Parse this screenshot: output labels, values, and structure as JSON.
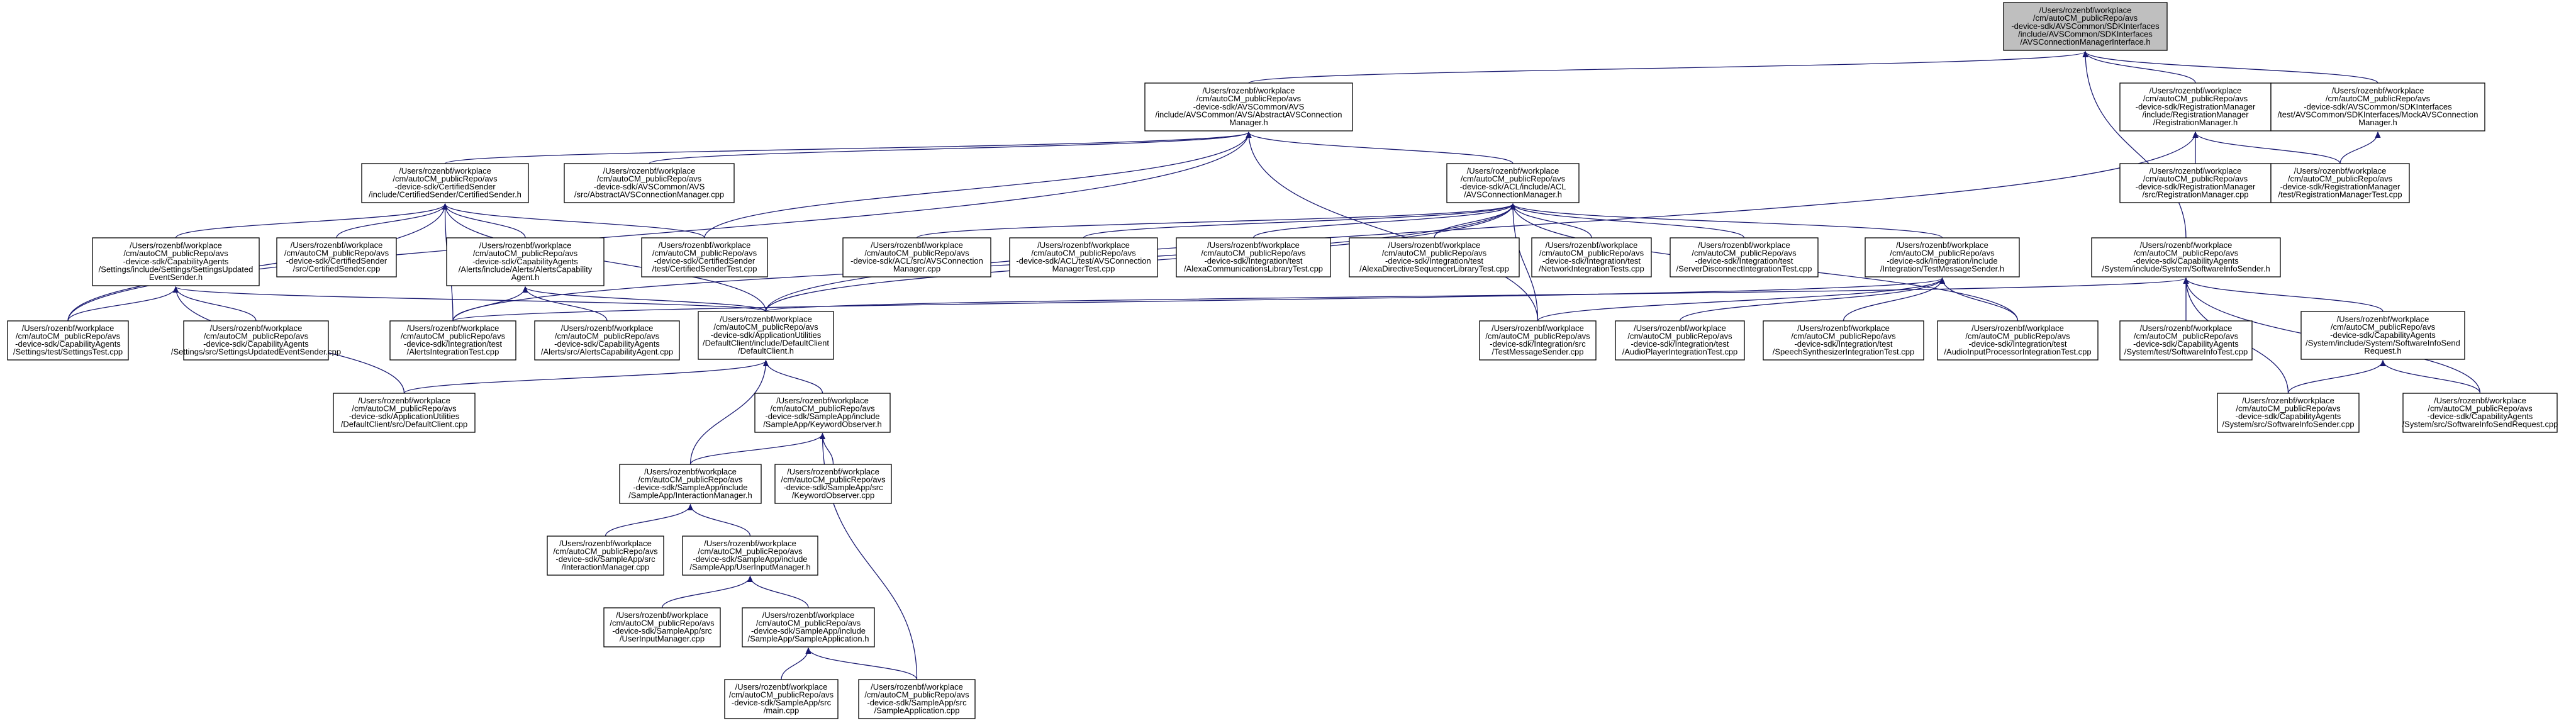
{
  "edge_color": "#191970",
  "root_fill": "#bfbfbf",
  "nodes": [
    {
      "id": "root",
      "root": true,
      "lines": [
        "/Users/rozenbf/workplace",
        "/cm/autoCM_publicRepo/avs",
        "-device-sdk/AVSCommon/SDKInterfaces",
        "/include/AVSCommon/SDKInterfaces",
        "/AVSConnectionManagerInterface.h"
      ]
    },
    {
      "id": "abs_h",
      "lines": [
        "/Users/rozenbf/workplace",
        "/cm/autoCM_publicRepo/avs",
        "-device-sdk/AVSCommon/AVS",
        "/include/AVSCommon/AVS/AbstractAVSConnection",
        "Manager.h"
      ]
    },
    {
      "id": "reg_h",
      "lines": [
        "/Users/rozenbf/workplace",
        "/cm/autoCM_publicRepo/avs",
        "-device-sdk/RegistrationManager",
        "/include/RegistrationManager",
        "/RegistrationManager.h"
      ]
    },
    {
      "id": "mock_h",
      "lines": [
        "/Users/rozenbf/workplace",
        "/cm/autoCM_publicRepo/avs",
        "-device-sdk/AVSCommon/SDKInterfaces",
        "/test/AVSCommon/SDKInterfaces/MockAVSConnection",
        "Manager.h"
      ]
    },
    {
      "id": "cert_h",
      "lines": [
        "/Users/rozenbf/workplace",
        "/cm/autoCM_publicRepo/avs",
        "-device-sdk/CertifiedSender",
        "/include/CertifiedSender/CertifiedSender.h"
      ]
    },
    {
      "id": "abs_cpp",
      "lines": [
        "/Users/rozenbf/workplace",
        "/cm/autoCM_publicRepo/avs",
        "-device-sdk/AVSCommon/AVS",
        "/src/AbstractAVSConnectionManager.cpp"
      ]
    },
    {
      "id": "acl_h",
      "lines": [
        "/Users/rozenbf/workplace",
        "/cm/autoCM_publicRepo/avs",
        "-device-sdk/ACL/include/ACL",
        "/AVSConnectionManager.h"
      ]
    },
    {
      "id": "reg_cpp",
      "lines": [
        "/Users/rozenbf/workplace",
        "/cm/autoCM_publicRepo/avs",
        "-device-sdk/RegistrationManager",
        "/src/RegistrationManager.cpp"
      ]
    },
    {
      "id": "regtest",
      "lines": [
        "/Users/rozenbf/workplace",
        "/cm/autoCM_publicRepo/avs",
        "-device-sdk/RegistrationManager",
        "/test/RegistrationManagerTest.cpp"
      ]
    },
    {
      "id": "settings_h",
      "lines": [
        "/Users/rozenbf/workplace",
        "/cm/autoCM_publicRepo/avs",
        "-device-sdk/CapabilityAgents",
        "/Settings/include/Settings/SettingsUpdated",
        "EventSender.h"
      ]
    },
    {
      "id": "cert_cpp",
      "lines": [
        "/Users/rozenbf/workplace",
        "/cm/autoCM_publicRepo/avs",
        "-device-sdk/CertifiedSender",
        "/src/CertifiedSender.cpp"
      ]
    },
    {
      "id": "alerts_h",
      "lines": [
        "/Users/rozenbf/workplace",
        "/cm/autoCM_publicRepo/avs",
        "-device-sdk/CapabilityAgents",
        "/Alerts/include/Alerts/AlertsCapability",
        "Agent.h"
      ]
    },
    {
      "id": "certtest",
      "lines": [
        "/Users/rozenbf/workplace",
        "/cm/autoCM_publicRepo/avs",
        "-device-sdk/CertifiedSender",
        "/test/CertifiedSenderTest.cpp"
      ]
    },
    {
      "id": "acl_cpp",
      "lines": [
        "/Users/rozenbf/workplace",
        "/cm/autoCM_publicRepo/avs",
        "-device-sdk/ACL/src/AVSConnection",
        "Manager.cpp"
      ]
    },
    {
      "id": "acl_test",
      "lines": [
        "/Users/rozenbf/workplace",
        "/cm/autoCM_publicRepo/avs",
        "-device-sdk/ACL/test/AVSConnection",
        "ManagerTest.cpp"
      ]
    },
    {
      "id": "alexacomm",
      "lines": [
        "/Users/rozenbf/workplace",
        "/cm/autoCM_publicRepo/avs",
        "-device-sdk/Integration/test",
        "/AlexaCommunicationsLibraryTest.cpp"
      ]
    },
    {
      "id": "alexadir",
      "lines": [
        "/Users/rozenbf/workplace",
        "/cm/autoCM_publicRepo/avs",
        "-device-sdk/Integration/test",
        "/AlexaDirectiveSequencerLibraryTest.cpp"
      ]
    },
    {
      "id": "netint",
      "lines": [
        "/Users/rozenbf/workplace",
        "/cm/autoCM_publicRepo/avs",
        "-device-sdk/Integration/test",
        "/NetworkIntegrationTests.cpp"
      ]
    },
    {
      "id": "serverdisc",
      "lines": [
        "/Users/rozenbf/workplace",
        "/cm/autoCM_publicRepo/avs",
        "-device-sdk/Integration/test",
        "/ServerDisconnectIntegrationTest.cpp"
      ]
    },
    {
      "id": "testmsg_h",
      "lines": [
        "/Users/rozenbf/workplace",
        "/cm/autoCM_publicRepo/avs",
        "-device-sdk/Integration/include",
        "/Integration/TestMessageSender.h"
      ]
    },
    {
      "id": "swinfo_h",
      "lines": [
        "/Users/rozenbf/workplace",
        "/cm/autoCM_publicRepo/avs",
        "-device-sdk/CapabilityAgents",
        "/System/include/System/SoftwareInfoSender.h"
      ]
    },
    {
      "id": "settingstest",
      "lines": [
        "/Users/rozenbf/workplace",
        "/cm/autoCM_publicRepo/avs",
        "-device-sdk/CapabilityAgents",
        "/Settings/test/SettingsTest.cpp"
      ]
    },
    {
      "id": "settings_cpp",
      "lines": [
        "/Users/rozenbf/workplace",
        "/cm/autoCM_publicRepo/avs",
        "-device-sdk/CapabilityAgents",
        "/Settings/src/SettingsUpdatedEventSender.cpp"
      ]
    },
    {
      "id": "alertsinttest",
      "lines": [
        "/Users/rozenbf/workplace",
        "/cm/autoCM_publicRepo/avs",
        "-device-sdk/Integration/test",
        "/AlertsIntegrationTest.cpp"
      ]
    },
    {
      "id": "alerts_cpp",
      "lines": [
        "/Users/rozenbf/workplace",
        "/cm/autoCM_publicRepo/avs",
        "-device-sdk/CapabilityAgents",
        "/Alerts/src/AlertsCapabilityAgent.cpp"
      ]
    },
    {
      "id": "defclient_h",
      "lines": [
        "/Users/rozenbf/workplace",
        "/cm/autoCM_publicRepo/avs",
        "-device-sdk/ApplicationUtilities",
        "/DefaultClient/include/DefaultClient",
        "/DefaultClient.h"
      ]
    },
    {
      "id": "testmsg_cpp",
      "lines": [
        "/Users/rozenbf/workplace",
        "/cm/autoCM_publicRepo/avs",
        "-device-sdk/Integration/src",
        "/TestMessageSender.cpp"
      ]
    },
    {
      "id": "audioplayer",
      "lines": [
        "/Users/rozenbf/workplace",
        "/cm/autoCM_publicRepo/avs",
        "-device-sdk/Integration/test",
        "/AudioPlayerIntegrationTest.cpp"
      ]
    },
    {
      "id": "speech",
      "lines": [
        "/Users/rozenbf/workplace",
        "/cm/autoCM_publicRepo/avs",
        "-device-sdk/Integration/test",
        "/SpeechSynthesizerIntegrationTest.cpp"
      ]
    },
    {
      "id": "audioinput",
      "lines": [
        "/Users/rozenbf/workplace",
        "/cm/autoCM_publicRepo/avs",
        "-device-sdk/Integration/test",
        "/AudioInputProcessorIntegrationTest.cpp"
      ]
    },
    {
      "id": "swinfotest",
      "lines": [
        "/Users/rozenbf/workplace",
        "/cm/autoCM_publicRepo/avs",
        "-device-sdk/CapabilityAgents",
        "/System/test/SoftwareInfoTest.cpp"
      ]
    },
    {
      "id": "swreq_h",
      "lines": [
        "/Users/rozenbf/workplace",
        "/cm/autoCM_publicRepo/avs",
        "-device-sdk/CapabilityAgents",
        "/System/include/System/SoftwareInfoSend",
        "Request.h"
      ]
    },
    {
      "id": "defclient_cpp",
      "lines": [
        "/Users/rozenbf/workplace",
        "/cm/autoCM_publicRepo/avs",
        "-device-sdk/ApplicationUtilities",
        "/DefaultClient/src/DefaultClient.cpp"
      ]
    },
    {
      "id": "kwobs_h",
      "lines": [
        "/Users/rozenbf/workplace",
        "/cm/autoCM_publicRepo/avs",
        "-device-sdk/SampleApp/include",
        "/SampleApp/KeywordObserver.h"
      ]
    },
    {
      "id": "swinfo_cpp",
      "lines": [
        "/Users/rozenbf/workplace",
        "/cm/autoCM_publicRepo/avs",
        "-device-sdk/CapabilityAgents",
        "/System/src/SoftwareInfoSender.cpp"
      ]
    },
    {
      "id": "swreq_cpp",
      "lines": [
        "/Users/rozenbf/workplace",
        "/cm/autoCM_publicRepo/avs",
        "-device-sdk/CapabilityAgents",
        "/System/src/SoftwareInfoSendRequest.cpp"
      ]
    },
    {
      "id": "interact_h",
      "lines": [
        "/Users/rozenbf/workplace",
        "/cm/autoCM_publicRepo/avs",
        "-device-sdk/SampleApp/include",
        "/SampleApp/InteractionManager.h"
      ]
    },
    {
      "id": "kwobs_cpp",
      "lines": [
        "/Users/rozenbf/workplace",
        "/cm/autoCM_publicRepo/avs",
        "-device-sdk/SampleApp/src",
        "/KeywordObserver.cpp"
      ]
    },
    {
      "id": "interact_cpp",
      "lines": [
        "/Users/rozenbf/workplace",
        "/cm/autoCM_publicRepo/avs",
        "-device-sdk/SampleApp/src",
        "/InteractionManager.cpp"
      ]
    },
    {
      "id": "userinput_h",
      "lines": [
        "/Users/rozenbf/workplace",
        "/cm/autoCM_publicRepo/avs",
        "-device-sdk/SampleApp/include",
        "/SampleApp/UserInputManager.h"
      ]
    },
    {
      "id": "userinput_cpp",
      "lines": [
        "/Users/rozenbf/workplace",
        "/cm/autoCM_publicRepo/avs",
        "-device-sdk/SampleApp/src",
        "/UserInputManager.cpp"
      ]
    },
    {
      "id": "sampleapp_h",
      "lines": [
        "/Users/rozenbf/workplace",
        "/cm/autoCM_publicRepo/avs",
        "-device-sdk/SampleApp/include",
        "/SampleApp/SampleApplication.h"
      ]
    },
    {
      "id": "main_cpp",
      "lines": [
        "/Users/rozenbf/workplace",
        "/cm/autoCM_publicRepo/avs",
        "-device-sdk/SampleApp/src",
        "/main.cpp"
      ]
    },
    {
      "id": "sampleapp_cpp",
      "lines": [
        "/Users/rozenbf/workplace",
        "/cm/autoCM_publicRepo/avs",
        "-device-sdk/SampleApp/src",
        "/SampleApplication.cpp"
      ]
    }
  ],
  "edges": [
    [
      "abs_h",
      "root"
    ],
    [
      "reg_h",
      "root"
    ],
    [
      "mock_h",
      "root"
    ],
    [
      "swinfo_h",
      "root"
    ],
    [
      "cert_h",
      "abs_h"
    ],
    [
      "abs_cpp",
      "abs_h"
    ],
    [
      "acl_h",
      "abs_h"
    ],
    [
      "certtest",
      "abs_h"
    ],
    [
      "settingstest",
      "abs_h"
    ],
    [
      "testmsg_cpp",
      "abs_h"
    ],
    [
      "reg_cpp",
      "reg_h"
    ],
    [
      "regtest",
      "reg_h"
    ],
    [
      "defclient_h",
      "reg_h"
    ],
    [
      "regtest",
      "mock_h"
    ],
    [
      "settings_h",
      "cert_h"
    ],
    [
      "cert_cpp",
      "cert_h"
    ],
    [
      "alerts_h",
      "cert_h"
    ],
    [
      "certtest",
      "cert_h"
    ],
    [
      "settingstest",
      "cert_h"
    ],
    [
      "alertsinttest",
      "cert_h"
    ],
    [
      "defclient_h",
      "cert_h"
    ],
    [
      "acl_cpp",
      "acl_h"
    ],
    [
      "acl_test",
      "acl_h"
    ],
    [
      "alexacomm",
      "acl_h"
    ],
    [
      "alexadir",
      "acl_h"
    ],
    [
      "netint",
      "acl_h"
    ],
    [
      "serverdisc",
      "acl_h"
    ],
    [
      "testmsg_h",
      "acl_h"
    ],
    [
      "defclient_h",
      "acl_h"
    ],
    [
      "alertsinttest",
      "acl_h"
    ],
    [
      "testmsg_cpp",
      "acl_h"
    ],
    [
      "audioinput",
      "acl_h"
    ],
    [
      "settingstest",
      "settings_h"
    ],
    [
      "settings_cpp",
      "settings_h"
    ],
    [
      "defclient_h",
      "settings_h"
    ],
    [
      "defclient_cpp",
      "settings_h"
    ],
    [
      "alertsinttest",
      "alerts_h"
    ],
    [
      "alerts_cpp",
      "alerts_h"
    ],
    [
      "defclient_h",
      "alerts_h"
    ],
    [
      "testmsg_cpp",
      "testmsg_h"
    ],
    [
      "audioplayer",
      "testmsg_h"
    ],
    [
      "speech",
      "testmsg_h"
    ],
    [
      "audioinput",
      "testmsg_h"
    ],
    [
      "alertsinttest",
      "testmsg_h"
    ],
    [
      "swinfotest",
      "swinfo_h"
    ],
    [
      "swreq_h",
      "swinfo_h"
    ],
    [
      "swinfo_cpp",
      "swinfo_h"
    ],
    [
      "swreq_cpp",
      "swinfo_h"
    ],
    [
      "defclient_h",
      "swinfo_h"
    ],
    [
      "defclient_cpp",
      "defclient_h"
    ],
    [
      "kwobs_h",
      "defclient_h"
    ],
    [
      "interact_h",
      "defclient_h"
    ],
    [
      "swinfo_cpp",
      "swreq_h"
    ],
    [
      "swreq_cpp",
      "swreq_h"
    ],
    [
      "interact_h",
      "kwobs_h"
    ],
    [
      "kwobs_cpp",
      "kwobs_h"
    ],
    [
      "sampleapp_cpp",
      "kwobs_h"
    ],
    [
      "interact_cpp",
      "interact_h"
    ],
    [
      "userinput_h",
      "interact_h"
    ],
    [
      "userinput_cpp",
      "userinput_h"
    ],
    [
      "sampleapp_h",
      "userinput_h"
    ],
    [
      "main_cpp",
      "sampleapp_h"
    ],
    [
      "sampleapp_cpp",
      "sampleapp_h"
    ]
  ]
}
